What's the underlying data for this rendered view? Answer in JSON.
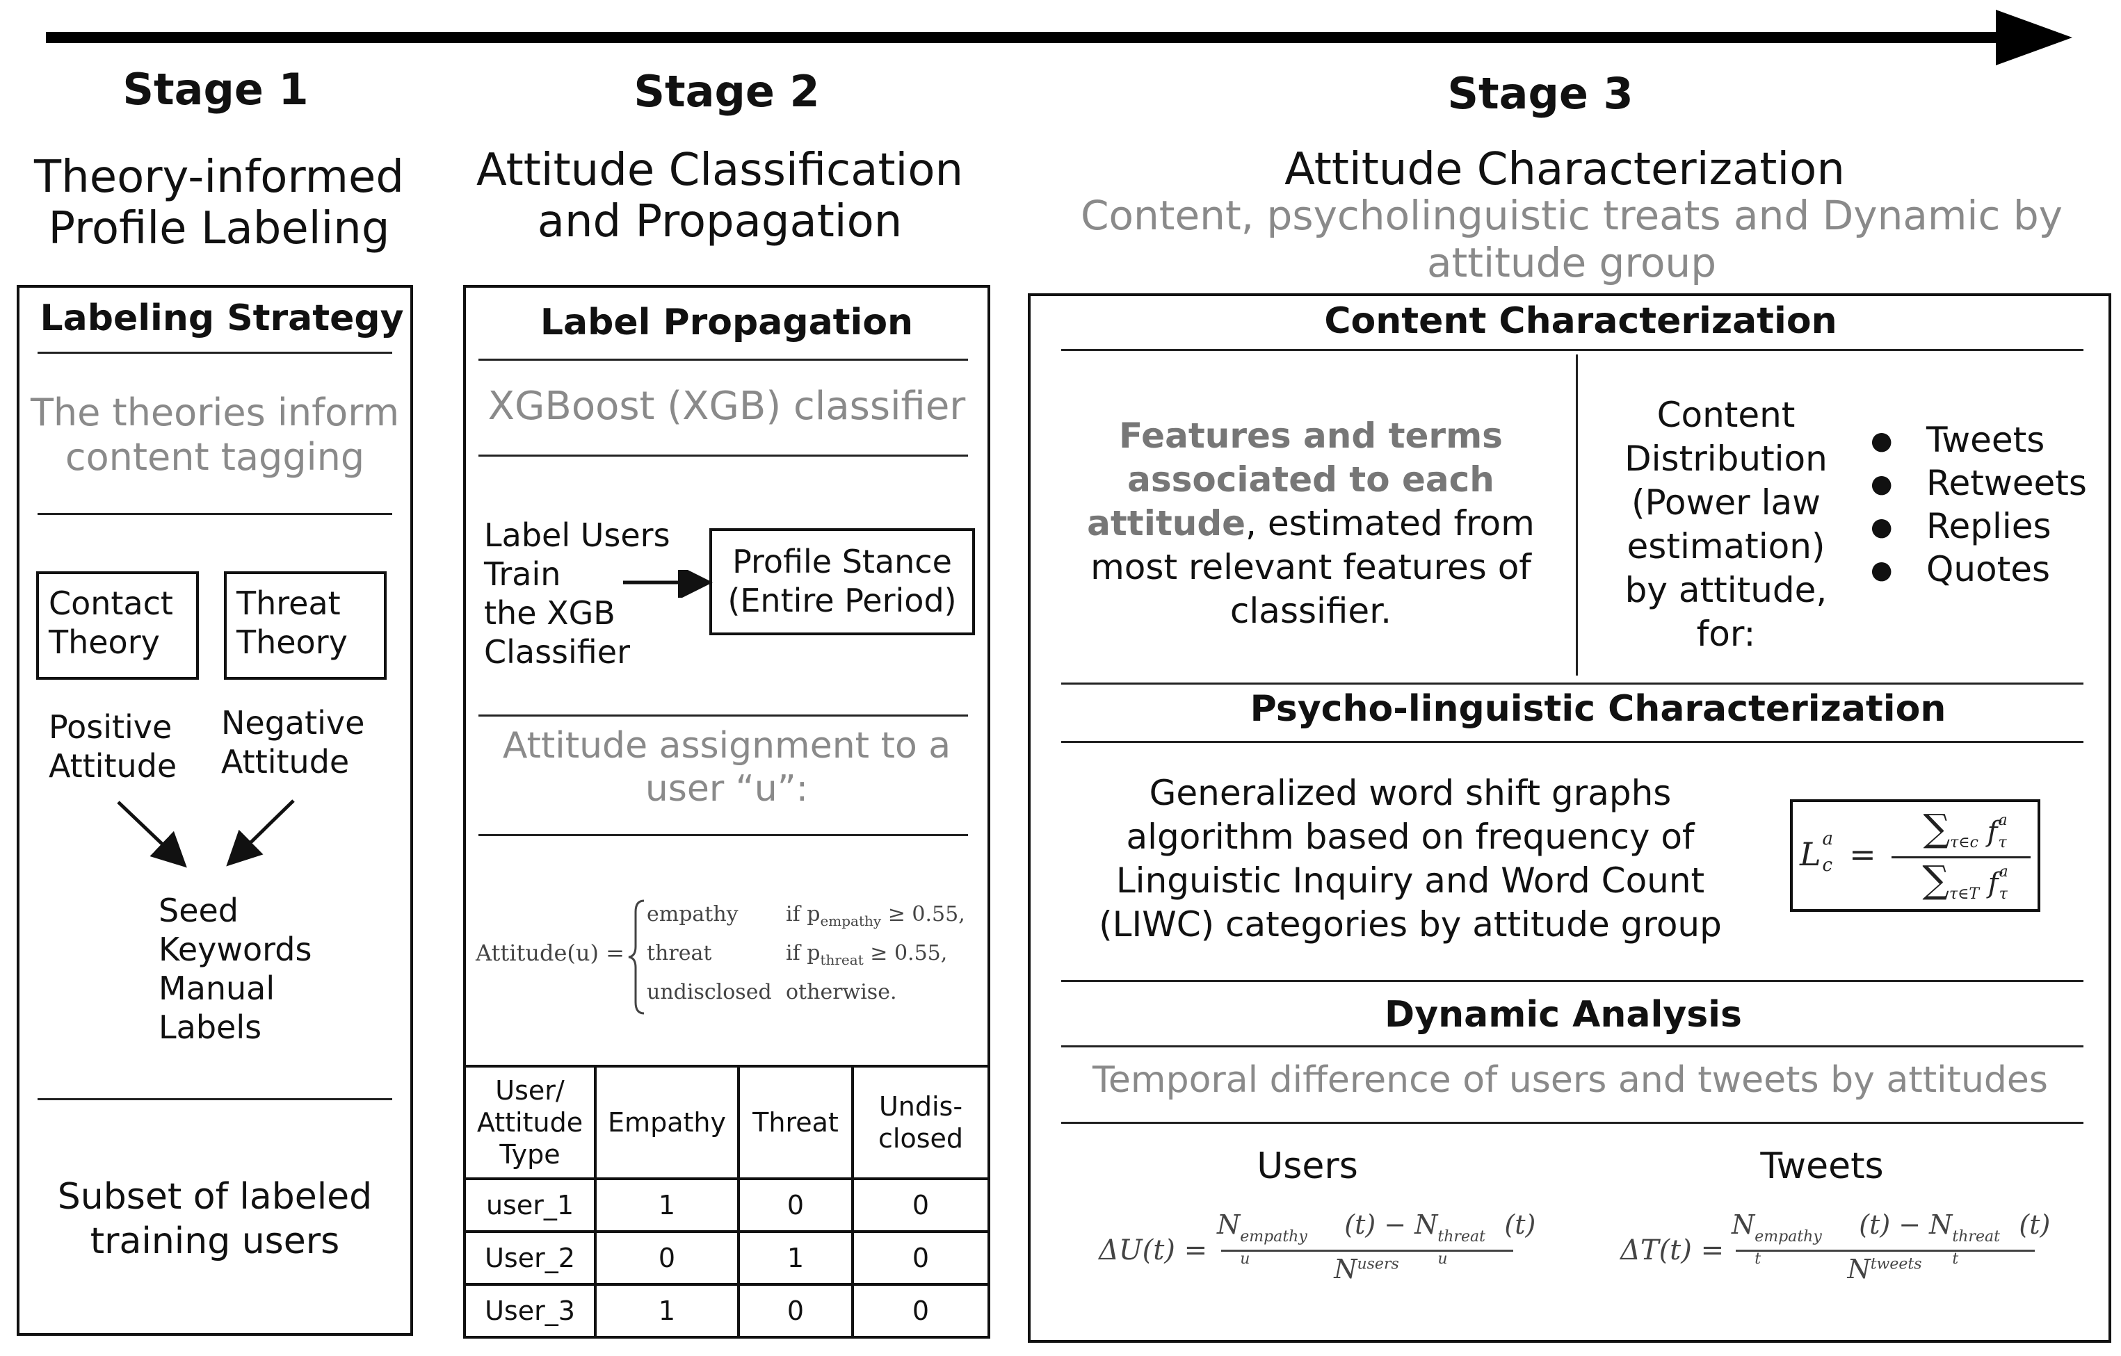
{
  "stages": [
    {
      "title": "Stage 1",
      "subtitle_lines": [
        "Theory-informed",
        "Profile Labeling"
      ]
    },
    {
      "title": "Stage 2",
      "subtitle_lines": [
        "Attitude Classification",
        "and Propagation"
      ]
    },
    {
      "title": "Stage 3",
      "subtitle": "Attitude Characterization",
      "description_lines": [
        "Content, psycholinguistic treats and Dynamic by",
        "attitude group"
      ]
    }
  ],
  "stage1": {
    "header": "Labeling Strategy",
    "intro_lines": [
      "The theories inform",
      "content tagging"
    ],
    "theories": [
      {
        "lines": [
          "Contact",
          "Theory"
        ]
      },
      {
        "lines": [
          "Threat",
          "Theory"
        ]
      }
    ],
    "attitudes": [
      {
        "lines": [
          "Positive",
          "Attitude"
        ]
      },
      {
        "lines": [
          "Negative",
          "Attitude"
        ]
      }
    ],
    "seed_lines": [
      "Seed",
      "Keywords",
      "Manual",
      "Labels"
    ],
    "footer_lines": [
      "Subset of labeled",
      "training users"
    ]
  },
  "stage2": {
    "header": "Label Propagation",
    "classifier": "XGBoost (XGB) classifier",
    "steps_lines": [
      "Label Users",
      "Train",
      "the XGB",
      "Classifier"
    ],
    "stance_box_lines": [
      "Profile Stance",
      "(Entire Period)"
    ],
    "assignment_lines": [
      "Attitude assignment to a",
      "user “u”:"
    ],
    "formula": {
      "lhs": "Attitude(u) =",
      "cases": [
        {
          "label": "empathy",
          "condition": "if p",
          "sub": "empathy",
          "rest": " ≥ 0.55,"
        },
        {
          "label": "threat",
          "condition": "if p",
          "sub": "threat",
          "rest": " ≥ 0.55,"
        },
        {
          "label": "undisclosed",
          "condition": "otherwise.",
          "sub": "",
          "rest": ""
        }
      ]
    },
    "table": {
      "headers": [
        [
          "User/",
          "Attitude",
          "Type"
        ],
        [
          "Empathy"
        ],
        [
          "Threat"
        ],
        [
          "Undis-",
          "closed"
        ]
      ],
      "rows": [
        [
          "user_1",
          "1",
          "0",
          "0"
        ],
        [
          "User_2",
          "0",
          "1",
          "0"
        ],
        [
          "User_3",
          "1",
          "0",
          "0"
        ]
      ]
    }
  },
  "stage3": {
    "content": {
      "header": "Content Characterization",
      "features_bold_lines": [
        "Features and terms",
        "associated to each"
      ],
      "features_bold_tail": "attitude",
      "features_rest_first": ", estimated from",
      "features_rest_lines": [
        "most relevant features of",
        "classifier."
      ],
      "distribution_lines": [
        "Content",
        "Distribution",
        "(Power law",
        "estimation)",
        "by attitude,",
        "for:"
      ],
      "items": [
        "Tweets",
        "Retweets",
        "Replies",
        "Quotes"
      ]
    },
    "psycho": {
      "header": "Psycho-linguistic Characterization",
      "text_lines": [
        "Generalized word shift graphs",
        "algorithm based on frequency of",
        "Linguistic Inquiry and Word Count",
        "(LIWC) categories by attitude group"
      ],
      "formula": {
        "lhs": "L",
        "lhs_sup": "a",
        "lhs_sub": "c",
        "num": "∑",
        "num_sub": "τ∈c",
        "num_term": "f",
        "num_term_sup": "a",
        "num_term_sub": "τ",
        "den": "∑",
        "den_sub": "τ∈T",
        "den_term": "f",
        "den_term_sup": "a",
        "den_term_sub": "τ"
      }
    },
    "dynamic": {
      "header": "Dynamic Analysis",
      "description": "Temporal difference of users and tweets by attitudes",
      "columns": [
        {
          "label": "Users",
          "lhs": "ΔU(t) =",
          "n": "N",
          "sub": "u",
          "num_sup1": "empathy",
          "num_sup2": "threat",
          "den_sup": "users"
        },
        {
          "label": "Tweets",
          "lhs": "ΔT(t) =",
          "n": "N",
          "sub": "t",
          "num_sup1": "empathy",
          "num_sup2": "threat",
          "den_sup": "tweets"
        }
      ]
    }
  }
}
